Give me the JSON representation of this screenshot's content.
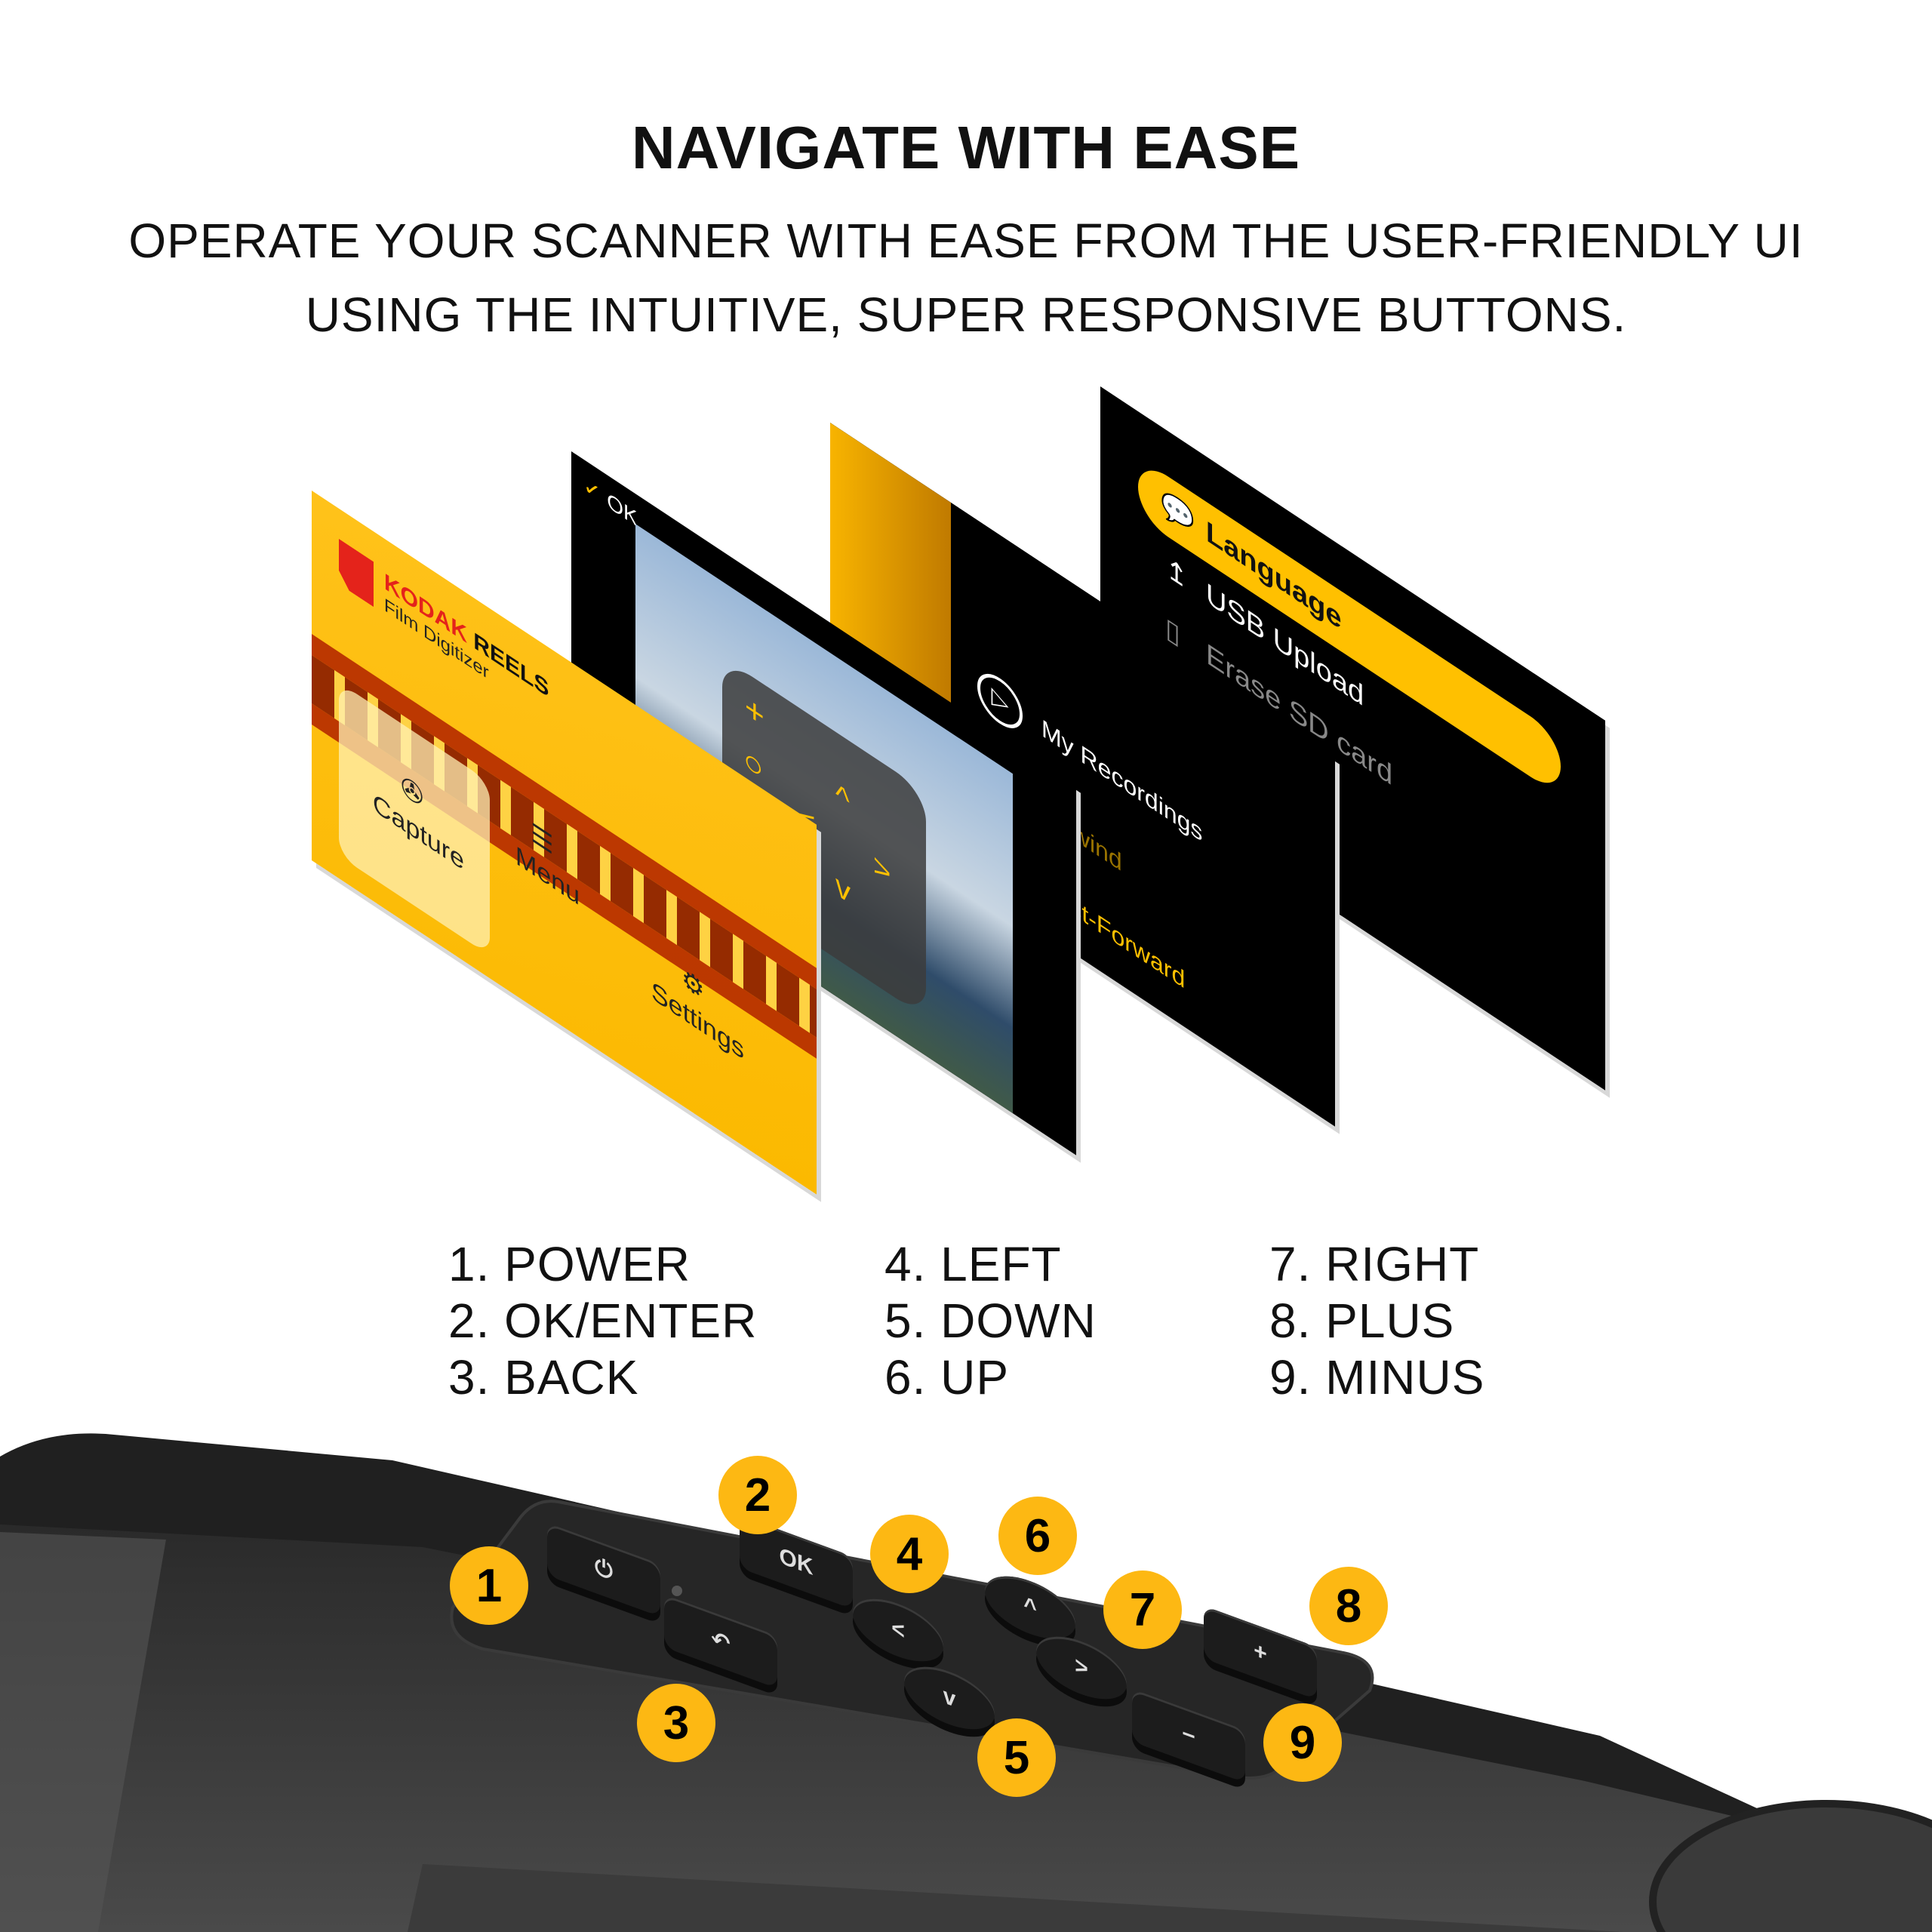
{
  "header": {
    "title": "NAVIGATE WITH EASE",
    "subtitle_line1": "OPERATE YOUR SCANNER WITH EASE FROM THE USER-FRIENDLY UI",
    "subtitle_line2": "USING THE INTUITIVE, SUPER RESPONSIVE BUTTONS."
  },
  "screens": {
    "home": {
      "brand": "KODAK",
      "product": "REELS",
      "tagline": "Film Digitizer",
      "items": [
        "Capture",
        "Menu",
        "Settings"
      ]
    },
    "capture": {
      "ok_label": "OK"
    },
    "playback": {
      "items": [
        "My Recordings",
        "Rewind",
        "Fast-Forward"
      ]
    },
    "settings": {
      "items": [
        "Language",
        "USB Upload",
        "Erase SD card"
      ]
    }
  },
  "legend": {
    "col1": [
      "1. POWER",
      "2. OK/ENTER",
      "3. BACK"
    ],
    "col2": [
      "4. LEFT",
      "5. DOWN",
      "6. UP"
    ],
    "col3": [
      "7. RIGHT",
      "8. PLUS",
      "9. MINUS"
    ]
  },
  "device": {
    "buttons": {
      "power": "⏻",
      "ok": "OK",
      "back": "↶",
      "left": "<",
      "up": "^",
      "right": ">",
      "down": "v",
      "plus": "+",
      "minus": "−"
    },
    "badges": [
      "1",
      "2",
      "3",
      "4",
      "5",
      "6",
      "7",
      "8",
      "9"
    ]
  },
  "colors": {
    "accent": "#fdb813",
    "kodak_red": "#e4231b",
    "screen_bg": "#000000"
  }
}
